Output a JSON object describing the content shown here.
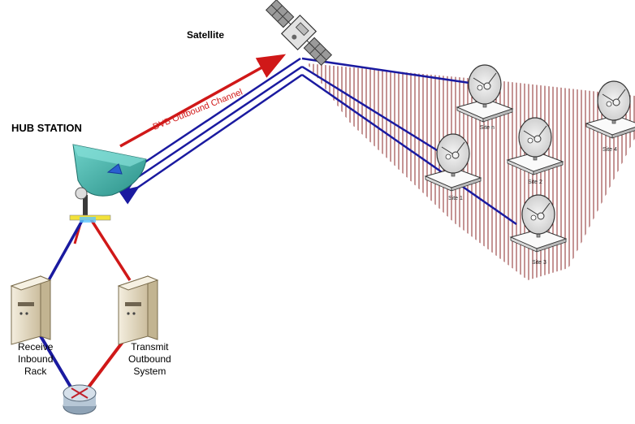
{
  "labels": {
    "satellite": "Satellite",
    "hub_station": "HUB STATION",
    "dvb_outbound": "DVB Outbound Channel",
    "receive_rack": [
      "Receive",
      "Inbound",
      "Rack"
    ],
    "transmit_system": [
      "Transmit",
      "Outbound",
      "System"
    ]
  },
  "sites": [
    {
      "id": "site-n",
      "label": "Site n"
    },
    {
      "id": "site-1",
      "label": "Site 1"
    },
    {
      "id": "site-2",
      "label": "Site 2"
    },
    {
      "id": "site-3",
      "label": "Site 3"
    },
    {
      "id": "site-4",
      "label": "Site 4"
    }
  ],
  "colors": {
    "inbound_link": "#1a1aa0",
    "outbound_link": "#d01818",
    "hatch": "#8b2a2a",
    "hub_dish": "#3fb0a8",
    "hub_feed": "#2a5fd0",
    "mount_bar": "#f2e23a",
    "server": "#e6dcc4",
    "router": "#b7c7d6"
  }
}
